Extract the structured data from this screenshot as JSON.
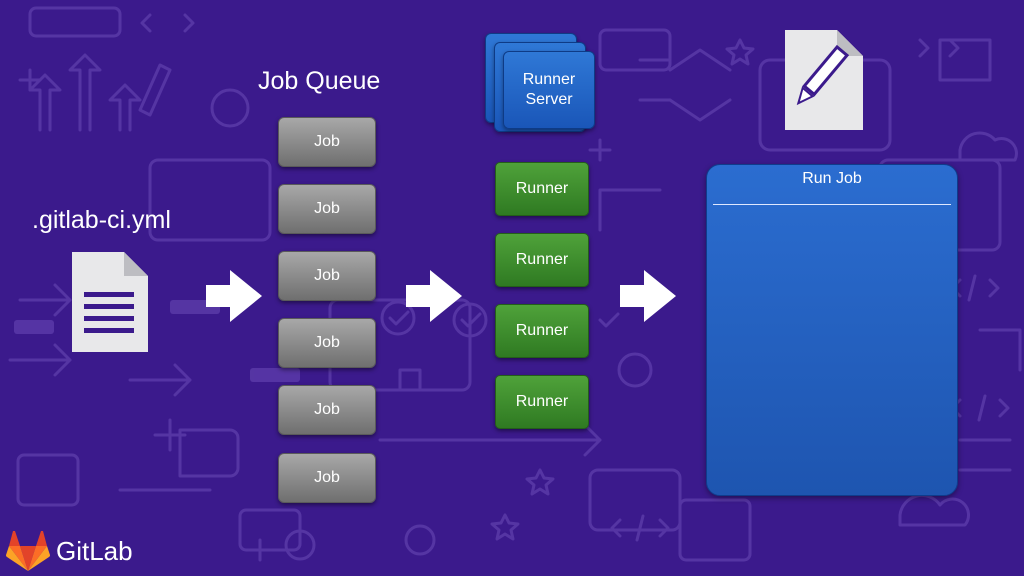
{
  "queue_title": "Job Queue",
  "config_file": ".gitlab-ci.yml",
  "jobs": [
    "Job",
    "Job",
    "Job",
    "Job",
    "Job",
    "Job"
  ],
  "runner_server": {
    "line1": "Runner",
    "line2": "Server"
  },
  "runners": [
    "Runner",
    "Runner",
    "Runner",
    "Runner"
  ],
  "run_job_title": "Run Job",
  "brand": {
    "name": "GitLab"
  },
  "colors": {
    "background": "#3b1a8c",
    "job": "#8c8c8c",
    "runner": "#3c8d2f",
    "server": "#2567c8",
    "run_job_panel": "#245fc0",
    "logo_orange": "#e24329"
  },
  "icons": [
    "document-icon",
    "edit-document-icon",
    "arrow-right-icon",
    "gitlab-logo-icon"
  ]
}
